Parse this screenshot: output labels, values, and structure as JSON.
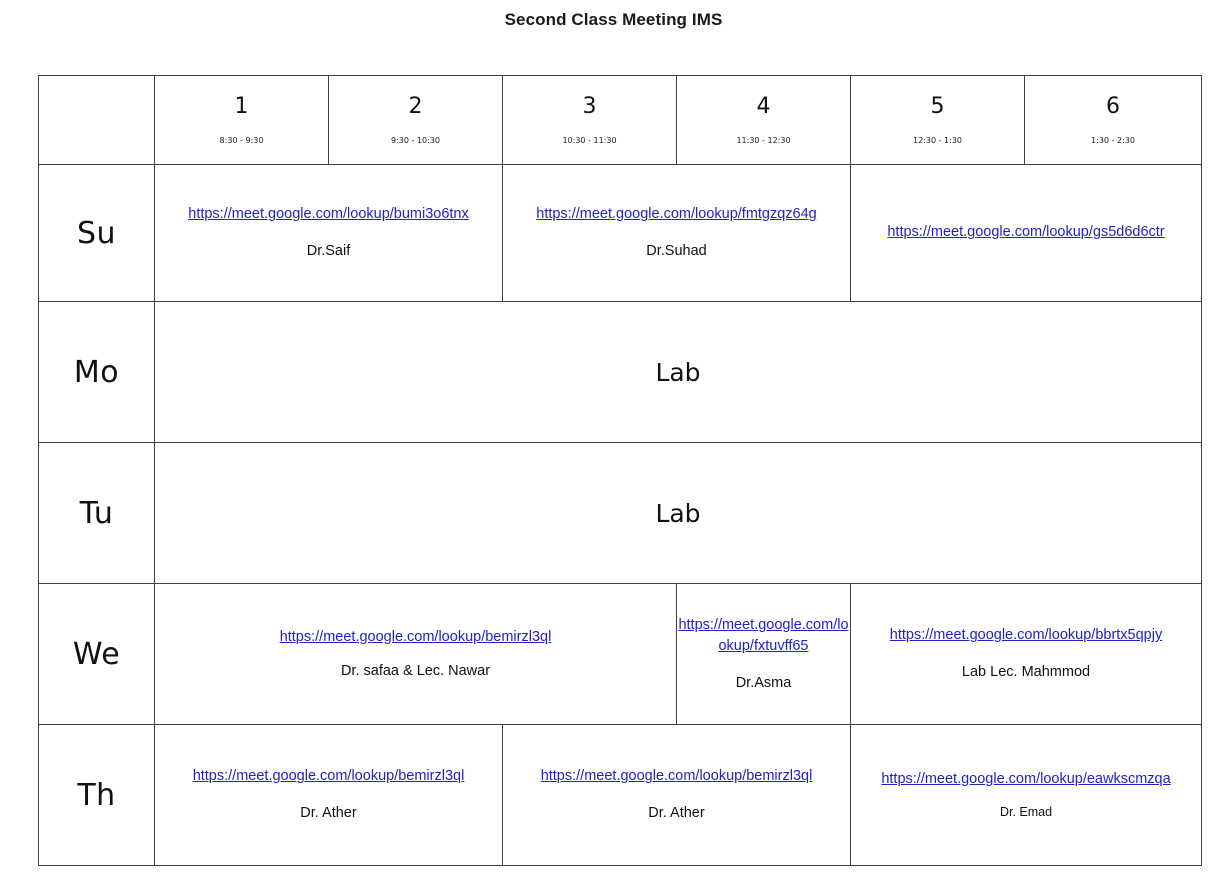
{
  "document": {
    "title": "Second Class Meeting IMS"
  },
  "table": {
    "corner_label": "",
    "periods": [
      {
        "number": "1",
        "time": "8:30 - 9:30"
      },
      {
        "number": "2",
        "time": "9:30 - 10:30"
      },
      {
        "number": "3",
        "time": "10:30 - 11:30"
      },
      {
        "number": "4",
        "time": "11:30 - 12:30"
      },
      {
        "number": "5",
        "time": "12:30 - 1:30"
      },
      {
        "number": "6",
        "time": "1:30 - 2:30"
      }
    ],
    "days": [
      {
        "label": "Su"
      },
      {
        "label": "Mo"
      },
      {
        "label": "Tu"
      },
      {
        "label": "We"
      },
      {
        "label": "Th"
      }
    ],
    "sessions": {
      "sunday": [
        {
          "link": "https://meet.google.com/lookup/bumi3o6tnx",
          "instructor": "Dr.Saif"
        },
        {
          "link": "https://meet.google.com/lookup/fmtgzqz64g",
          "instructor": "Dr.Suhad"
        },
        {
          "link": "https://meet.google.com/lookup/gs5d6d6ctr",
          "instructor": ""
        }
      ],
      "monday": [
        {
          "label": "Lab"
        }
      ],
      "tuesday": [
        {
          "label": "Lab"
        }
      ],
      "wednesday": [
        {
          "link": "https://meet.google.com/lookup/bemirzl3ql",
          "instructor": "Dr. safaa    &     Lec. Nawar"
        },
        {
          "link": "https://meet.google.com/lookup/fxtuvff65",
          "instructor": "Dr.Asma"
        },
        {
          "link": "https://meet.google.com/lookup/bbrtx5qpjy",
          "instructor": "Lab    Lec. Mahmmod"
        }
      ],
      "thursday": [
        {
          "link": "https://meet.google.com/lookup/bemirzl3ql",
          "instructor": "Dr. Ather"
        },
        {
          "link": "https://meet.google.com/lookup/bemirzl3ql",
          "instructor": "Dr. Ather"
        },
        {
          "link": "https://meet.google.com/lookup/eawkscmzqa",
          "instructor": "Dr. Emad"
        }
      ]
    }
  },
  "colors": {
    "link": "#1f23c4",
    "border": "#404040",
    "text": "#111111"
  }
}
